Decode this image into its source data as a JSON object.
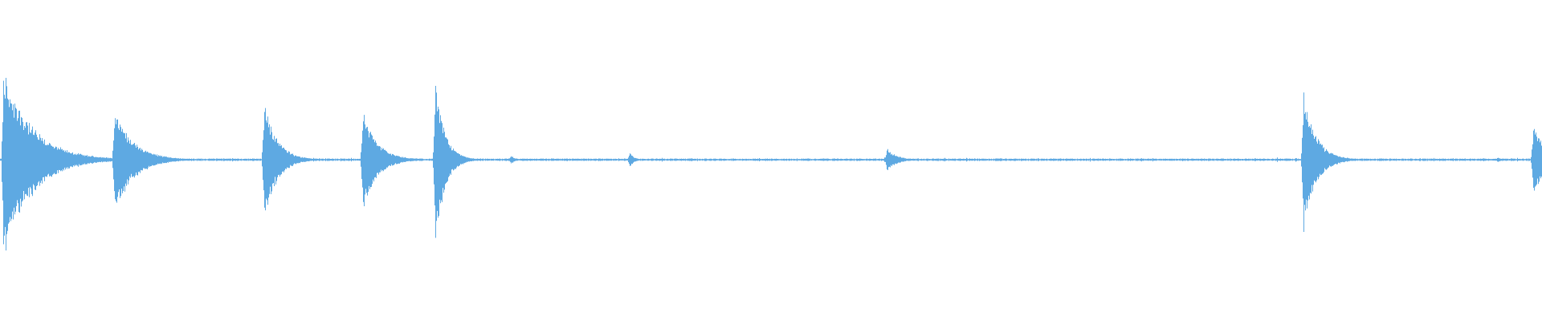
{
  "waveform": {
    "color": "#5ea9e2",
    "background": "#ffffff",
    "transients": [
      {
        "time": 0.002,
        "peak": 0.62,
        "decay": 0.018
      },
      {
        "time": 0.074,
        "peak": 0.34,
        "decay": 0.012
      },
      {
        "time": 0.171,
        "peak": 0.4,
        "decay": 0.008
      },
      {
        "time": 0.235,
        "peak": 0.34,
        "decay": 0.009
      },
      {
        "time": 0.282,
        "peak": 0.56,
        "decay": 0.006
      },
      {
        "time": 0.331,
        "peak": 0.03,
        "decay": 0.003
      },
      {
        "time": 0.408,
        "peak": 0.05,
        "decay": 0.003
      },
      {
        "time": 0.575,
        "peak": 0.08,
        "decay": 0.006
      },
      {
        "time": 0.845,
        "peak": 0.45,
        "decay": 0.008
      },
      {
        "time": 0.971,
        "peak": 0.02,
        "decay": 0.002
      },
      {
        "time": 0.994,
        "peak": 0.22,
        "decay": 0.01
      }
    ]
  }
}
